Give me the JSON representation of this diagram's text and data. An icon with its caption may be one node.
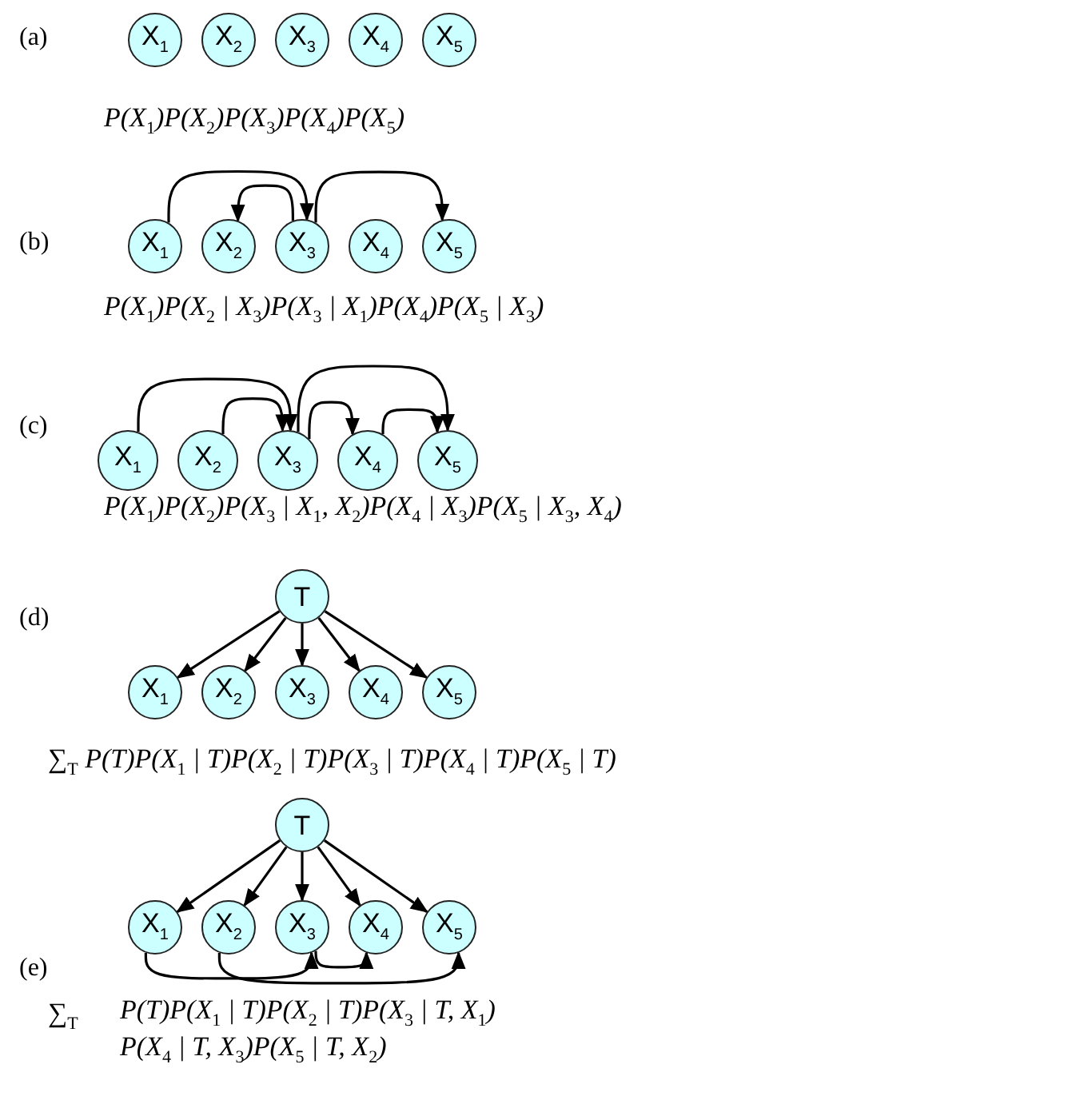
{
  "diagram": {
    "nodes": [
      {
        "text": [
          "X$_{1}$"
        ]
      },
      {
        "text": [
          "X$_{2}$"
        ]
      },
      {
        "text": [
          "X$_{3}$"
        ]
      },
      {
        "text": [
          "X$_{4}$"
        ]
      },
      {
        "text": [
          "X$_{5}$"
        ]
      },
      {
        "text": [
          "X$_{1}$"
        ]
      },
      {
        "text": [
          "X$_{2}$"
        ]
      },
      {
        "text": [
          "X$_{3}$"
        ]
      },
      {
        "text": [
          "X$_{4}$"
        ]
      },
      {
        "text": [
          "X$_{5}$"
        ]
      },
      {
        "text": [
          "X$_{1}$"
        ]
      },
      {
        "text": [
          "X$_{2}$"
        ]
      },
      {
        "text": [
          "X$_{3}$"
        ]
      },
      {
        "text": [
          "X$_{4}$"
        ]
      },
      {
        "text": [
          "X$_{5}$"
        ]
      },
      {
        "text": [
          "T"
        ]
      },
      {
        "text": [
          "X$_{1}$"
        ]
      },
      {
        "text": [
          "X$_{2}$"
        ]
      },
      {
        "text": [
          "X$_{3}$"
        ]
      },
      {
        "text": [
          "X$_{4}$"
        ]
      },
      {
        "text": [
          "X$_{5}$"
        ]
      },
      {
        "text": [
          "T"
        ]
      },
      {
        "text": [
          "X$_{1}$"
        ]
      },
      {
        "text": [
          "X$_{2}$"
        ]
      },
      {
        "text": [
          "X$_{3}$"
        ]
      },
      {
        "text": [
          "X$_{4}$"
        ]
      },
      {
        "text": [
          "X$_{5}$"
        ]
      }
    ],
    "edges": [
      {
        "from": 5,
        "to": 7,
        "arrow": "to"
      },
      {
        "from": 7,
        "to": 6,
        "arrow": "to"
      },
      {
        "from": 7,
        "to": 9,
        "arrow": "to"
      },
      {
        "from": 10,
        "to": 12,
        "arrow": "to"
      },
      {
        "from": 11,
        "to": 12,
        "arrow": "to"
      },
      {
        "from": 12,
        "to": 13,
        "arrow": "to"
      },
      {
        "from": 12,
        "to": 14,
        "arrow": "to"
      },
      {
        "from": 13,
        "to": 14,
        "arrow": "to"
      },
      {
        "from": 15,
        "to": 16,
        "arrow": "to"
      },
      {
        "from": 15,
        "to": 17,
        "arrow": "to"
      },
      {
        "from": 15,
        "to": 18,
        "arrow": "to"
      },
      {
        "from": 15,
        "to": 19,
        "arrow": "to"
      },
      {
        "from": 15,
        "to": 20,
        "arrow": "to"
      },
      {
        "from": 21,
        "to": 22,
        "arrow": "to"
      },
      {
        "from": 21,
        "to": 23,
        "arrow": "to"
      },
      {
        "from": 21,
        "to": 24,
        "arrow": "to"
      },
      {
        "from": 21,
        "to": 25,
        "arrow": "to"
      },
      {
        "from": 21,
        "to": 26,
        "arrow": "to"
      },
      {
        "from": 22,
        "to": 24,
        "arrow": "to"
      },
      {
        "from": 24,
        "to": 25,
        "arrow": "to"
      },
      {
        "from": 23,
        "to": 26,
        "arrow": "to"
      }
    ],
    "labels": [
      "(a)",
      "P(X$_{1}$)P(X$_{2}$)P(X$_{3}$)P(X$_{4}$)P(X$_{5}$)",
      "(b)",
      "P(X$_{1}$)P(X$_{2}$ | X$_{3}$)P(X$_{3}$ | X$_{1}$)P(X$_{4}$)P(X$_{5}$ | X$_{3}$)",
      "(c)",
      "P(X$_{1}$)P(X$_{2}$)P(X$_{3}$ | X$_{1}$, X$_{2}$)P(X$_{4}$ | X$_{3}$)P(X$_{5}$ | X$_{3}$, X$_{4}$)",
      "(d)",
      "∑$_{T}$ P(T)P(X$_{1}$ | T)P(X$_{2}$ | T)P(X$_{3}$ | T)P(X$_{4}$ | T)P(X$_{5}$ | T)",
      "(e)",
      "∑$_{T}$",
      "P(T)P(X$_{1}$ | T)P(X$_{2}$ | T)P(X$_{3}$ | T, X$_{1}$) P(X$_{4}$ | T, X$_{3}$)P(X$_{5}$ | T, X$_{2}$)"
    ]
  }
}
